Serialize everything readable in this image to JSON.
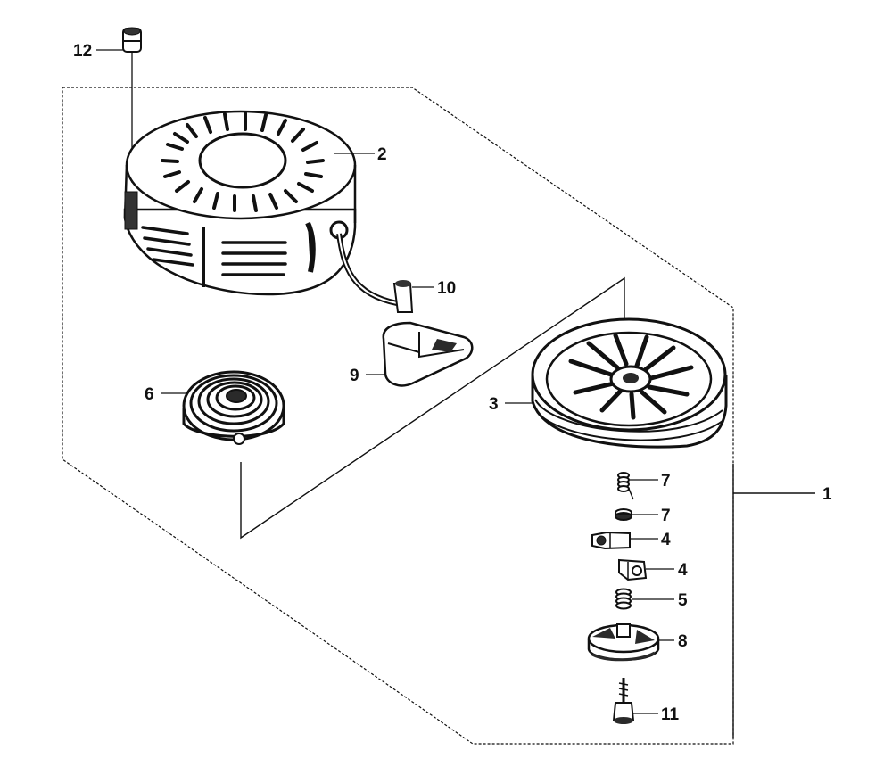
{
  "callouts": {
    "c1": "1",
    "c2": "2",
    "c3": "3",
    "c4a": "4",
    "c4b": "4",
    "c5": "5",
    "c6": "6",
    "c7a": "7",
    "c7b": "7",
    "c8": "8",
    "c9": "9",
    "c10": "10",
    "c11": "11",
    "c12": "12"
  },
  "colors": {
    "ink": "#111111",
    "paper": "#ffffff",
    "shade": "#2a2a2a"
  }
}
